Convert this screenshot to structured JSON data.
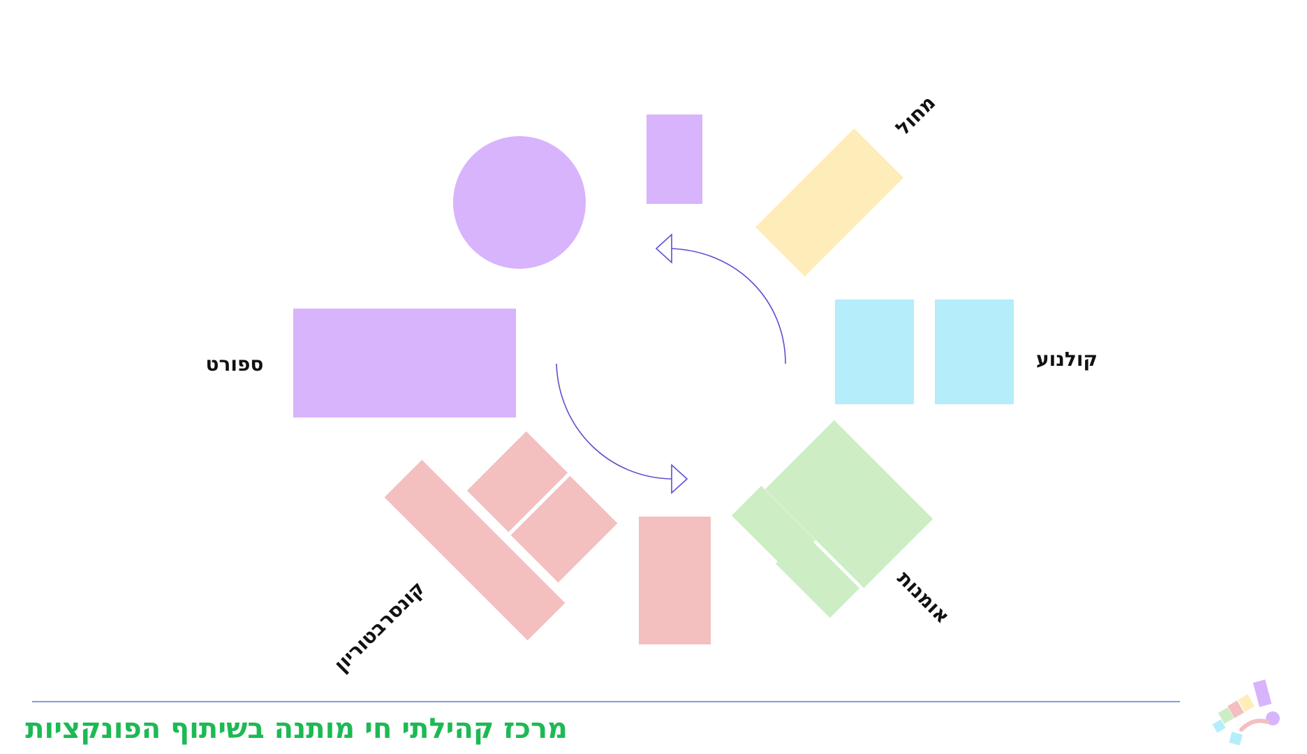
{
  "labels": {
    "dance": "מחול",
    "cinema": "קולנוע",
    "sport": "ספורט",
    "art": "אומנות",
    "conservatory": "קונסרבטוריון"
  },
  "footer": {
    "title": "מרכז קהילתי חי מותנה בשיתוף הפונקציות"
  },
  "colors": {
    "purple": "#D8B4FC",
    "yellow": "#FEEDB8",
    "cyan": "#B5EDFA",
    "green": "#CDEDC4",
    "pink": "#F3BFBF",
    "arrow": "#5A4FD0",
    "rule": "#5A7BD6",
    "title": "#1DB954"
  },
  "icons": [
    "logo-confetti-icon",
    "cycle-arrow-icon"
  ]
}
